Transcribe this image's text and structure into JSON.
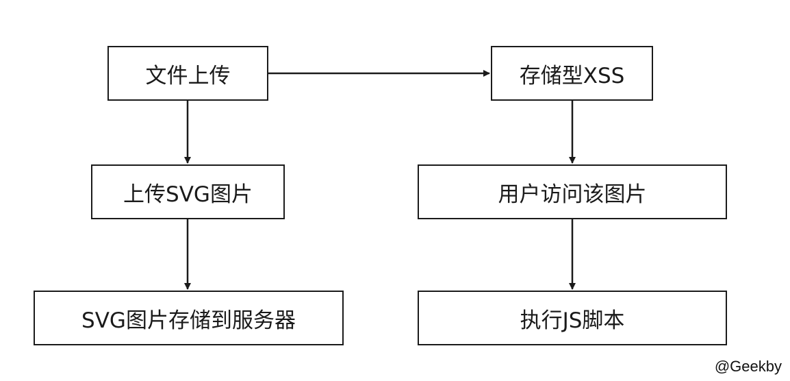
{
  "nodes": {
    "file_upload": "文件上传",
    "upload_svg": "上传SVG图片",
    "svg_stored": "SVG图片存储到服务器",
    "stored_xss": "存储型XSS",
    "user_visits": "用户访问该图片",
    "execute_js": "执行JS脚本"
  },
  "watermark": "@Geekby",
  "colors": {
    "stroke": "#1a1a1a",
    "background": "#ffffff"
  }
}
